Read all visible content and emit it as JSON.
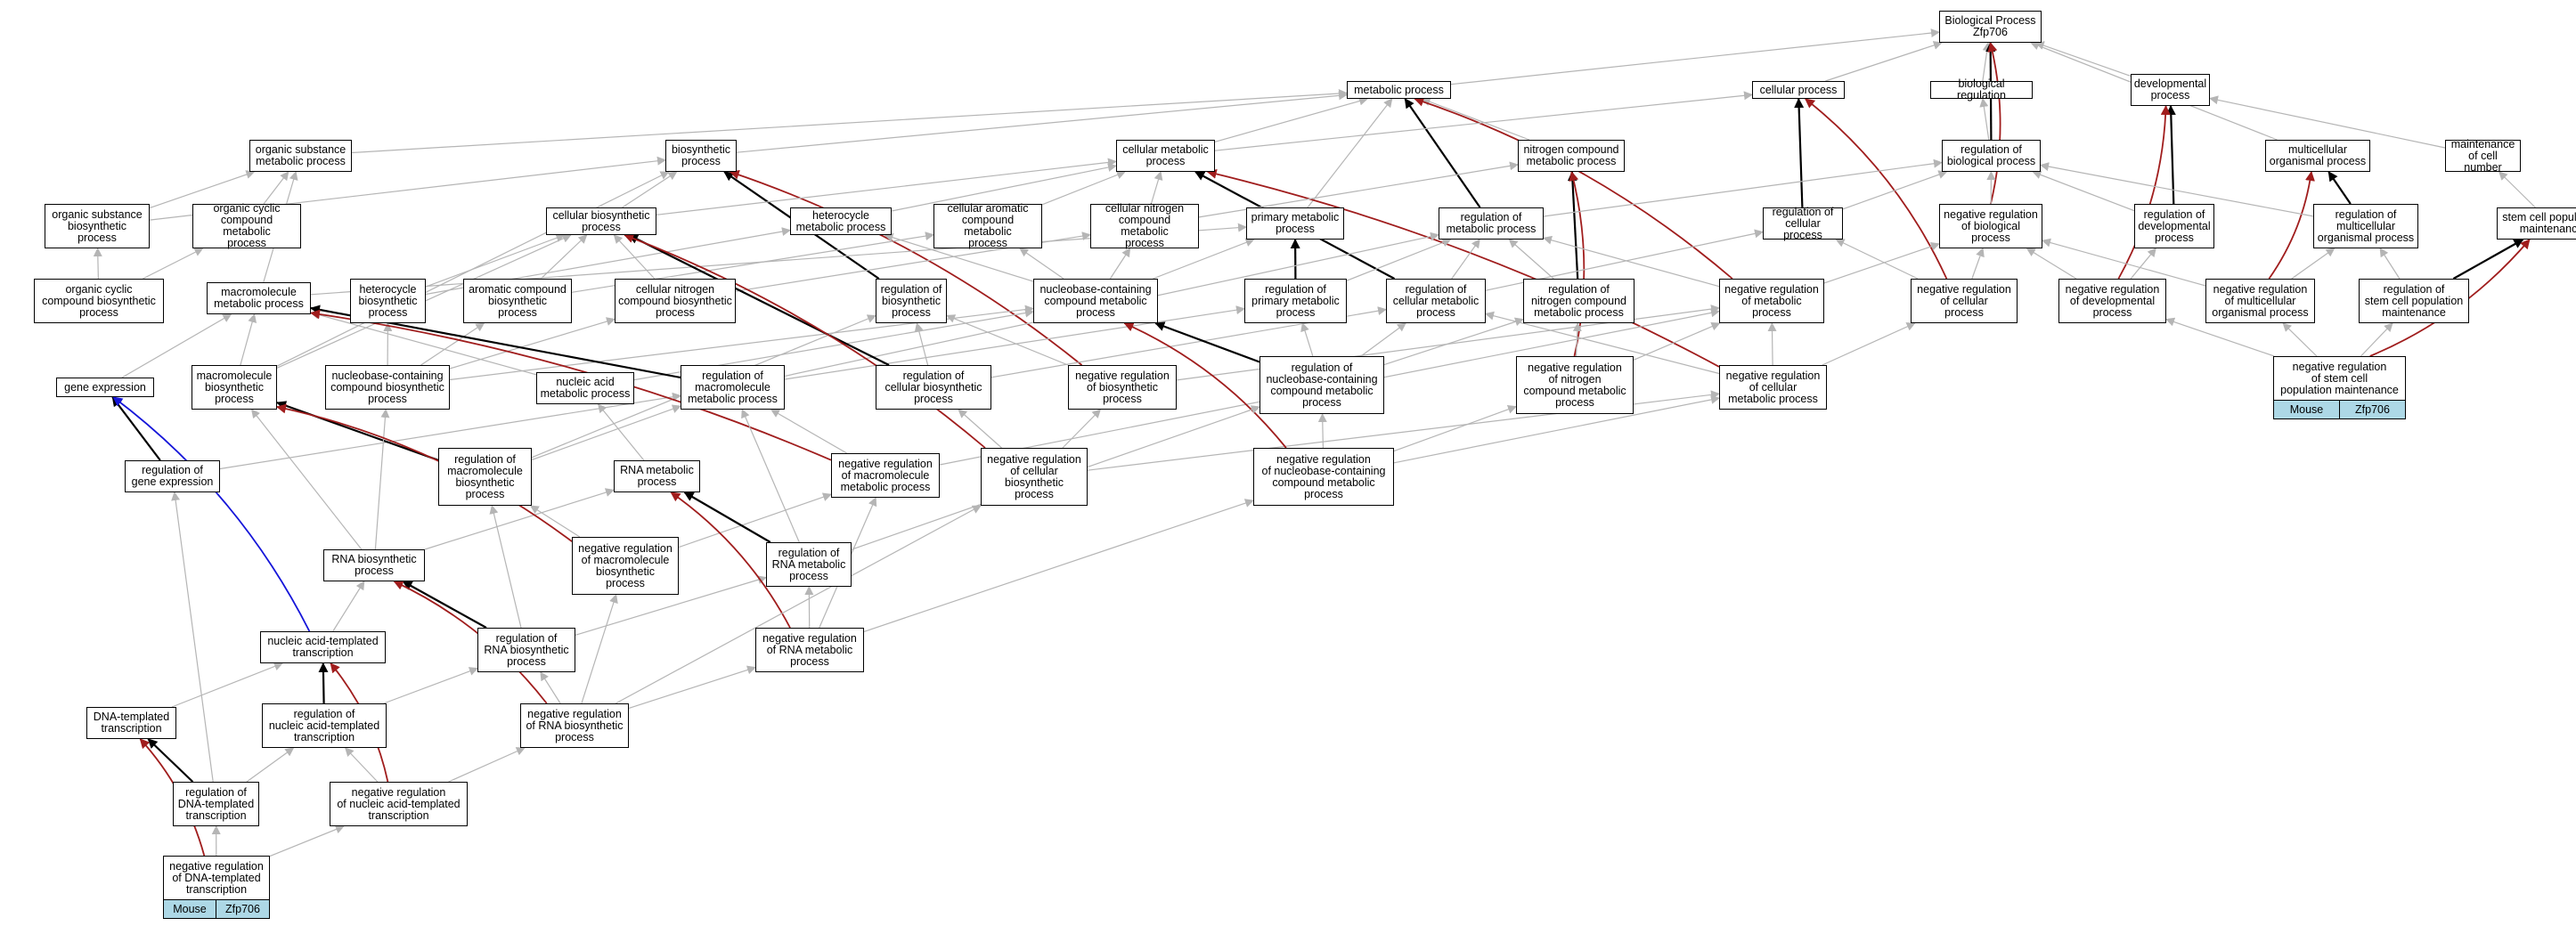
{
  "colors": {
    "is_a": "#b5b5b5",
    "part_of": "#000000",
    "negatively_regulates": "#a01d1d",
    "positively": "#1515d9",
    "tag_bg": "#add8e6"
  },
  "nodes": [
    {
      "id": "bp",
      "label": "Biological Process\nZfp706"
    },
    {
      "id": "metab",
      "label": "metabolic process"
    },
    {
      "id": "cellp",
      "label": "cellular process"
    },
    {
      "id": "bioreg",
      "label": "biological regulation"
    },
    {
      "id": "devp",
      "label": "developmental\nprocess"
    },
    {
      "id": "osmp",
      "label": "organic substance\nmetabolic process"
    },
    {
      "id": "biosyn",
      "label": "biosynthetic\nprocess"
    },
    {
      "id": "cellmet",
      "label": "cellular metabolic\nprocess"
    },
    {
      "id": "ncmp",
      "label": "nitrogen compound\nmetabolic process"
    },
    {
      "id": "regbp",
      "label": "regulation of\nbiological process"
    },
    {
      "id": "mop",
      "label": "multicellular\norganismal process"
    },
    {
      "id": "maint",
      "label": "maintenance\nof cell number"
    },
    {
      "id": "osbp",
      "label": "organic substance\nbiosynthetic\nprocess"
    },
    {
      "id": "occmp",
      "label": "organic cyclic\ncompound metabolic\nprocess"
    },
    {
      "id": "cbp",
      "label": "cellular biosynthetic\nprocess"
    },
    {
      "id": "hmp",
      "label": "heterocycle\nmetabolic process"
    },
    {
      "id": "cacmp",
      "label": "cellular aromatic\ncompound metabolic\nprocess"
    },
    {
      "id": "cncmp",
      "label": "cellular nitrogen\ncompound metabolic\nprocess"
    },
    {
      "id": "pmp",
      "label": "primary metabolic\nprocess"
    },
    {
      "id": "regmp",
      "label": "regulation of\nmetabolic process"
    },
    {
      "id": "regcp",
      "label": "regulation of\ncellular process"
    },
    {
      "id": "nrbp",
      "label": "negative regulation\nof biological\nprocess"
    },
    {
      "id": "regdev",
      "label": "regulation of\ndevelopmental\nprocess"
    },
    {
      "id": "regmop",
      "label": "regulation of\nmulticellular\norganismal process"
    },
    {
      "id": "scpm",
      "label": "stem cell population\nmaintenance"
    },
    {
      "id": "occbp",
      "label": "organic cyclic\ncompound biosynthetic\nprocess"
    },
    {
      "id": "mmp",
      "label": "macromolecule\nmetabolic process"
    },
    {
      "id": "hbp",
      "label": "heterocycle\nbiosynthetic\nprocess"
    },
    {
      "id": "acbp",
      "label": "aromatic compound\nbiosynthetic\nprocess"
    },
    {
      "id": "cncbp",
      "label": "cellular nitrogen\ncompound biosynthetic\nprocess"
    },
    {
      "id": "regbio",
      "label": "regulation of\nbiosynthetic\nprocess"
    },
    {
      "id": "nccmp",
      "label": "nucleobase-containing\ncompound metabolic\nprocess"
    },
    {
      "id": "regpmp",
      "label": "regulation of\nprimary metabolic\nprocess"
    },
    {
      "id": "regcmp",
      "label": "regulation of\ncellular metabolic\nprocess"
    },
    {
      "id": "regncmp",
      "label": "regulation of\nnitrogen compound\nmetabolic process"
    },
    {
      "id": "nrmp",
      "label": "negative regulation\nof metabolic\nprocess"
    },
    {
      "id": "nrcp",
      "label": "negative regulation\nof cellular\nprocess"
    },
    {
      "id": "nrdev",
      "label": "negative regulation\nof developmental\nprocess"
    },
    {
      "id": "nrmop",
      "label": "negative regulation\nof multicellular\norganismal process"
    },
    {
      "id": "regscp",
      "label": "regulation of\nstem cell population\nmaintenance"
    },
    {
      "id": "ge",
      "label": "gene expression"
    },
    {
      "id": "mbp",
      "label": "macromolecule\nbiosynthetic\nprocess"
    },
    {
      "id": "nccbp",
      "label": "nucleobase-containing\ncompound biosynthetic\nprocess"
    },
    {
      "id": "namp",
      "label": "nucleic acid\nmetabolic process"
    },
    {
      "id": "regmmp",
      "label": "regulation of\nmacromolecule\nmetabolic process"
    },
    {
      "id": "regcbp",
      "label": "regulation of\ncellular biosynthetic\nprocess"
    },
    {
      "id": "nrbio",
      "label": "negative regulation\nof biosynthetic\nprocess"
    },
    {
      "id": "regnccmp",
      "label": "regulation of\nnucleobase-containing\ncompound metabolic\nprocess"
    },
    {
      "id": "nrncmp",
      "label": "negative regulation\nof nitrogen\ncompound metabolic\nprocess"
    },
    {
      "id": "nrcmp",
      "label": "negative regulation\nof cellular\nmetabolic process"
    },
    {
      "id": "nrscp",
      "label": "negative regulation\nof stem cell\npopulation maintenance"
    },
    {
      "id": "regge",
      "label": "regulation of\ngene expression"
    },
    {
      "id": "regmbp",
      "label": "regulation of\nmacromolecule\nbiosynthetic\nprocess"
    },
    {
      "id": "rmp",
      "label": "RNA metabolic\nprocess"
    },
    {
      "id": "nrmmp",
      "label": "negative regulation\nof macromolecule\nmetabolic process"
    },
    {
      "id": "nrcbp",
      "label": "negative regulation\nof cellular\nbiosynthetic\nprocess"
    },
    {
      "id": "nrnccmp",
      "label": "negative regulation\nof nucleobase-containing\ncompound metabolic\nprocess"
    },
    {
      "id": "rbp",
      "label": "RNA biosynthetic\nprocess"
    },
    {
      "id": "nrmbp",
      "label": "negative regulation\nof macromolecule\nbiosynthetic\nprocess"
    },
    {
      "id": "regrmp",
      "label": "regulation of\nRNA metabolic\nprocess"
    },
    {
      "id": "nat",
      "label": "nucleic acid-templated\ntranscription"
    },
    {
      "id": "regrbp",
      "label": "regulation of\nRNA biosynthetic\nprocess"
    },
    {
      "id": "nrrmp",
      "label": "negative regulation\nof RNA metabolic\nprocess"
    },
    {
      "id": "dtt",
      "label": "DNA-templated\ntranscription"
    },
    {
      "id": "regnat",
      "label": "regulation of\nnucleic acid-templated\ntranscription"
    },
    {
      "id": "nrrbp",
      "label": "negative regulation\nof RNA biosynthetic\nprocess"
    },
    {
      "id": "regdtt",
      "label": "regulation of\nDNA-templated\ntranscription"
    },
    {
      "id": "nrnat",
      "label": "negative regulation\nof nucleic acid-templated\ntranscription"
    },
    {
      "id": "nrdtt",
      "label": "negative regulation\nof DNA-templated\ntranscription"
    }
  ],
  "tags": [
    {
      "node": "nrdtt",
      "organism": "Mouse",
      "gene": "Zfp706"
    },
    {
      "node": "nrscp",
      "organism": "Mouse",
      "gene": "Zfp706"
    }
  ],
  "edges": [
    [
      "metab",
      "bp",
      "g"
    ],
    [
      "cellp",
      "bp",
      "g"
    ],
    [
      "bioreg",
      "bp",
      "g"
    ],
    [
      "devp",
      "bp",
      "g"
    ],
    [
      "mop",
      "bp",
      "g"
    ],
    [
      "regbp",
      "bp",
      "k"
    ],
    [
      "nrbp",
      "bp",
      "r"
    ],
    [
      "osmp",
      "metab",
      "g"
    ],
    [
      "biosyn",
      "metab",
      "g"
    ],
    [
      "cellmet",
      "metab",
      "g"
    ],
    [
      "ncmp",
      "metab",
      "g"
    ],
    [
      "pmp",
      "metab",
      "g"
    ],
    [
      "regmp",
      "metab",
      "k"
    ],
    [
      "nrmp",
      "metab",
      "r"
    ],
    [
      "cellmet",
      "cellp",
      "g"
    ],
    [
      "regcp",
      "cellp",
      "k"
    ],
    [
      "nrcp",
      "cellp",
      "r"
    ],
    [
      "regbp",
      "bioreg",
      "g"
    ],
    [
      "regdev",
      "devp",
      "k"
    ],
    [
      "nrdev",
      "devp",
      "r"
    ],
    [
      "maint",
      "devp",
      "g"
    ],
    [
      "scpm",
      "maint",
      "g"
    ],
    [
      "regmop",
      "mop",
      "k"
    ],
    [
      "nrmop",
      "mop",
      "r"
    ],
    [
      "osbp",
      "osmp",
      "g"
    ],
    [
      "occmp",
      "osmp",
      "g"
    ],
    [
      "mmp",
      "osmp",
      "g"
    ],
    [
      "osbp",
      "biosyn",
      "g"
    ],
    [
      "cbp",
      "biosyn",
      "g"
    ],
    [
      "regbio",
      "biosyn",
      "k"
    ],
    [
      "nrbio",
      "biosyn",
      "r"
    ],
    [
      "cbp",
      "cellmet",
      "g"
    ],
    [
      "cacmp",
      "cellmet",
      "g"
    ],
    [
      "cncmp",
      "cellmet",
      "g"
    ],
    [
      "hmp",
      "cellmet",
      "g"
    ],
    [
      "regcmp",
      "cellmet",
      "k"
    ],
    [
      "nrcmp",
      "cellmet",
      "r"
    ],
    [
      "cncmp",
      "ncmp",
      "g"
    ],
    [
      "regncmp",
      "ncmp",
      "k"
    ],
    [
      "nrncmp",
      "ncmp",
      "r"
    ],
    [
      "regcp",
      "regbp",
      "g"
    ],
    [
      "regmp",
      "regbp",
      "g"
    ],
    [
      "nrbp",
      "regbp",
      "g"
    ],
    [
      "regdev",
      "regbp",
      "g"
    ],
    [
      "regmop",
      "regbp",
      "g"
    ],
    [
      "regscp",
      "scpm",
      "k"
    ],
    [
      "nrscp",
      "scpm",
      "r"
    ],
    [
      "occbp",
      "occmp",
      "g"
    ],
    [
      "occbp",
      "osbp",
      "g"
    ],
    [
      "hbp",
      "hmp",
      "g"
    ],
    [
      "acbp",
      "cacmp",
      "g"
    ],
    [
      "cncbp",
      "cncmp",
      "g"
    ],
    [
      "cncbp",
      "cbp",
      "g"
    ],
    [
      "hbp",
      "cbp",
      "g"
    ],
    [
      "acbp",
      "cbp",
      "g"
    ],
    [
      "nccmp",
      "hmp",
      "g"
    ],
    [
      "nccmp",
      "cacmp",
      "g"
    ],
    [
      "nccmp",
      "cncmp",
      "g"
    ],
    [
      "nccmp",
      "pmp",
      "g"
    ],
    [
      "mmp",
      "pmp",
      "g"
    ],
    [
      "regpmp",
      "pmp",
      "k"
    ],
    [
      "regpmp",
      "regmp",
      "g"
    ],
    [
      "regcmp",
      "regmp",
      "g"
    ],
    [
      "regcmp",
      "regcp",
      "g"
    ],
    [
      "regncmp",
      "regmp",
      "g"
    ],
    [
      "nrmp",
      "regmp",
      "g"
    ],
    [
      "nrmp",
      "nrbp",
      "g"
    ],
    [
      "nrcp",
      "nrbp",
      "g"
    ],
    [
      "nrcp",
      "regcp",
      "g"
    ],
    [
      "nrdev",
      "nrbp",
      "g"
    ],
    [
      "nrdev",
      "regdev",
      "g"
    ],
    [
      "nrmop",
      "regmop",
      "g"
    ],
    [
      "nrmop",
      "nrbp",
      "g"
    ],
    [
      "regscp",
      "regmop",
      "g"
    ],
    [
      "nrscp",
      "regscp",
      "g"
    ],
    [
      "nrscp",
      "nrmop",
      "g"
    ],
    [
      "nrscp",
      "nrdev",
      "g"
    ],
    [
      "mbp",
      "mmp",
      "g"
    ],
    [
      "mbp",
      "biosyn",
      "g"
    ],
    [
      "mbp",
      "cbp",
      "g"
    ],
    [
      "ge",
      "mmp",
      "g"
    ],
    [
      "namp",
      "mmp",
      "g"
    ],
    [
      "namp",
      "nccmp",
      "g"
    ],
    [
      "nccbp",
      "nccmp",
      "g"
    ],
    [
      "nccbp",
      "hbp",
      "g"
    ],
    [
      "nccbp",
      "acbp",
      "g"
    ],
    [
      "nccbp",
      "cncbp",
      "g"
    ],
    [
      "regmmp",
      "mmp",
      "k"
    ],
    [
      "regmmp",
      "regmp",
      "g"
    ],
    [
      "regmmp",
      "regpmp",
      "g"
    ],
    [
      "regcbp",
      "cbp",
      "k"
    ],
    [
      "regcbp",
      "regbio",
      "g"
    ],
    [
      "regcbp",
      "regcmp",
      "g"
    ],
    [
      "nrbio",
      "regbio",
      "g"
    ],
    [
      "nrbio",
      "nrmp",
      "g"
    ],
    [
      "regnccmp",
      "nccmp",
      "k"
    ],
    [
      "regnccmp",
      "regcmp",
      "g"
    ],
    [
      "regnccmp",
      "regncmp",
      "g"
    ],
    [
      "regnccmp",
      "regpmp",
      "g"
    ],
    [
      "nrncmp",
      "regncmp",
      "g"
    ],
    [
      "nrncmp",
      "nrmp",
      "g"
    ],
    [
      "nrcmp",
      "regcmp",
      "g"
    ],
    [
      "nrcmp",
      "nrmp",
      "g"
    ],
    [
      "nrcmp",
      "nrcp",
      "g"
    ],
    [
      "regge",
      "ge",
      "k"
    ],
    [
      "regge",
      "regmmp",
      "g"
    ],
    [
      "regmbp",
      "mbp",
      "k"
    ],
    [
      "regmbp",
      "regmmp",
      "g"
    ],
    [
      "regmbp",
      "regbio",
      "g"
    ],
    [
      "rmp",
      "namp",
      "g"
    ],
    [
      "nrmmp",
      "mmp",
      "r"
    ],
    [
      "nrmmp",
      "regmmp",
      "g"
    ],
    [
      "nrmmp",
      "nrmp",
      "g"
    ],
    [
      "nrcbp",
      "cbp",
      "r"
    ],
    [
      "nrcbp",
      "regcbp",
      "g"
    ],
    [
      "nrcbp",
      "nrbio",
      "g"
    ],
    [
      "nrcbp",
      "nrcmp",
      "g"
    ],
    [
      "nrnccmp",
      "nccmp",
      "r"
    ],
    [
      "nrnccmp",
      "regnccmp",
      "g"
    ],
    [
      "nrnccmp",
      "nrncmp",
      "g"
    ],
    [
      "nrnccmp",
      "nrcmp",
      "g"
    ],
    [
      "rbp",
      "rmp",
      "g"
    ],
    [
      "rbp",
      "mbp",
      "g"
    ],
    [
      "rbp",
      "nccbp",
      "g"
    ],
    [
      "nrmbp",
      "mbp",
      "r"
    ],
    [
      "nrmbp",
      "regmbp",
      "g"
    ],
    [
      "nrmbp",
      "nrmmp",
      "g"
    ],
    [
      "regrmp",
      "rmp",
      "k"
    ],
    [
      "regrmp",
      "regnccmp",
      "g"
    ],
    [
      "regrmp",
      "regmmp",
      "g"
    ],
    [
      "nat",
      "ge",
      "b"
    ],
    [
      "nat",
      "rbp",
      "g"
    ],
    [
      "regrbp",
      "rbp",
      "k"
    ],
    [
      "regrbp",
      "regrmp",
      "g"
    ],
    [
      "regrbp",
      "regmbp",
      "g"
    ],
    [
      "nrrmp",
      "rmp",
      "r"
    ],
    [
      "nrrmp",
      "regrmp",
      "g"
    ],
    [
      "nrrmp",
      "nrnccmp",
      "g"
    ],
    [
      "nrrmp",
      "nrmmp",
      "g"
    ],
    [
      "dtt",
      "nat",
      "g"
    ],
    [
      "regnat",
      "nat",
      "k"
    ],
    [
      "regnat",
      "regrbp",
      "g"
    ],
    [
      "nrrbp",
      "rbp",
      "r"
    ],
    [
      "nrrbp",
      "regrbp",
      "g"
    ],
    [
      "nrrbp",
      "nrrmp",
      "g"
    ],
    [
      "nrrbp",
      "nrmbp",
      "g"
    ],
    [
      "nrrbp",
      "nrcbp",
      "g"
    ],
    [
      "regdtt",
      "dtt",
      "k"
    ],
    [
      "regdtt",
      "regnat",
      "g"
    ],
    [
      "regdtt",
      "regge",
      "g"
    ],
    [
      "nrnat",
      "nat",
      "r"
    ],
    [
      "nrnat",
      "regnat",
      "g"
    ],
    [
      "nrnat",
      "nrrbp",
      "g"
    ],
    [
      "nrdtt",
      "dtt",
      "r"
    ],
    [
      "nrdtt",
      "regdtt",
      "g"
    ],
    [
      "nrdtt",
      "nrnat",
      "g"
    ]
  ]
}
